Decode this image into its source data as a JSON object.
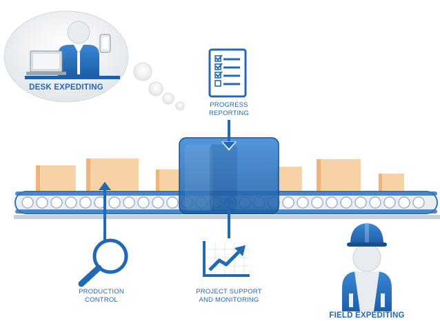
{
  "labels": {
    "desk_expediting": "DESK EXPEDITING",
    "progress_reporting": [
      "PROGRESS",
      "REPORTING"
    ],
    "production_control": [
      "PRODUCTION",
      "CONTROL"
    ],
    "project_support": [
      "PROJECT SUPPORT",
      "AND MONITORING"
    ],
    "field_expediting": "FIELD EXPEDITING"
  },
  "colors": {
    "primary_blue": "#2268b4",
    "dark_blue": "#1a4f8f",
    "box_fill": "#f7d2a6",
    "box_side": "#eeb47a",
    "belt_gray": "#dfe6ee"
  },
  "icons": [
    "desk-person-icon",
    "laptop-icon",
    "phone-icon",
    "checklist-icon",
    "magnifier-icon",
    "trend-chart-icon",
    "worker-icon",
    "hard-hat-icon"
  ]
}
